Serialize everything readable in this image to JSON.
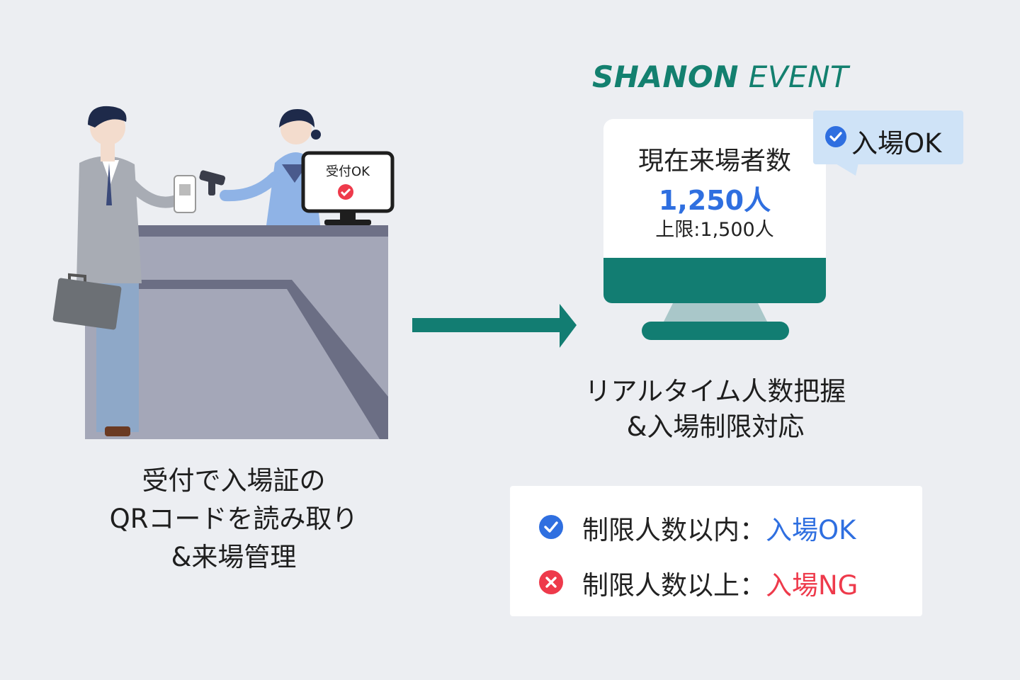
{
  "brand": {
    "part1": "SHANON",
    "part2": "EVENT"
  },
  "monitor": {
    "title": "現在来場者数",
    "count": "1,250人",
    "limit": "上限:1,500人"
  },
  "bubble": {
    "label": "入場OK"
  },
  "screen_label": "受付OK",
  "captions": {
    "left": "受付で入場証の\nQRコードを読み取り\n&来場管理",
    "right": "リアルタイム人数把握\n&入場制限対応"
  },
  "legend": [
    {
      "icon": "check-circle-icon",
      "text": "制限人数以内：",
      "result": "入場OK",
      "color": "#2f6fe0"
    },
    {
      "icon": "x-circle-icon",
      "text": "制限人数以上：",
      "result": "入場NG",
      "color": "#ee3a4b"
    }
  ],
  "colors": {
    "accent": "#13806f",
    "ok": "#2f6fe0",
    "ng": "#ee3a4b",
    "background": "#eceef2"
  }
}
